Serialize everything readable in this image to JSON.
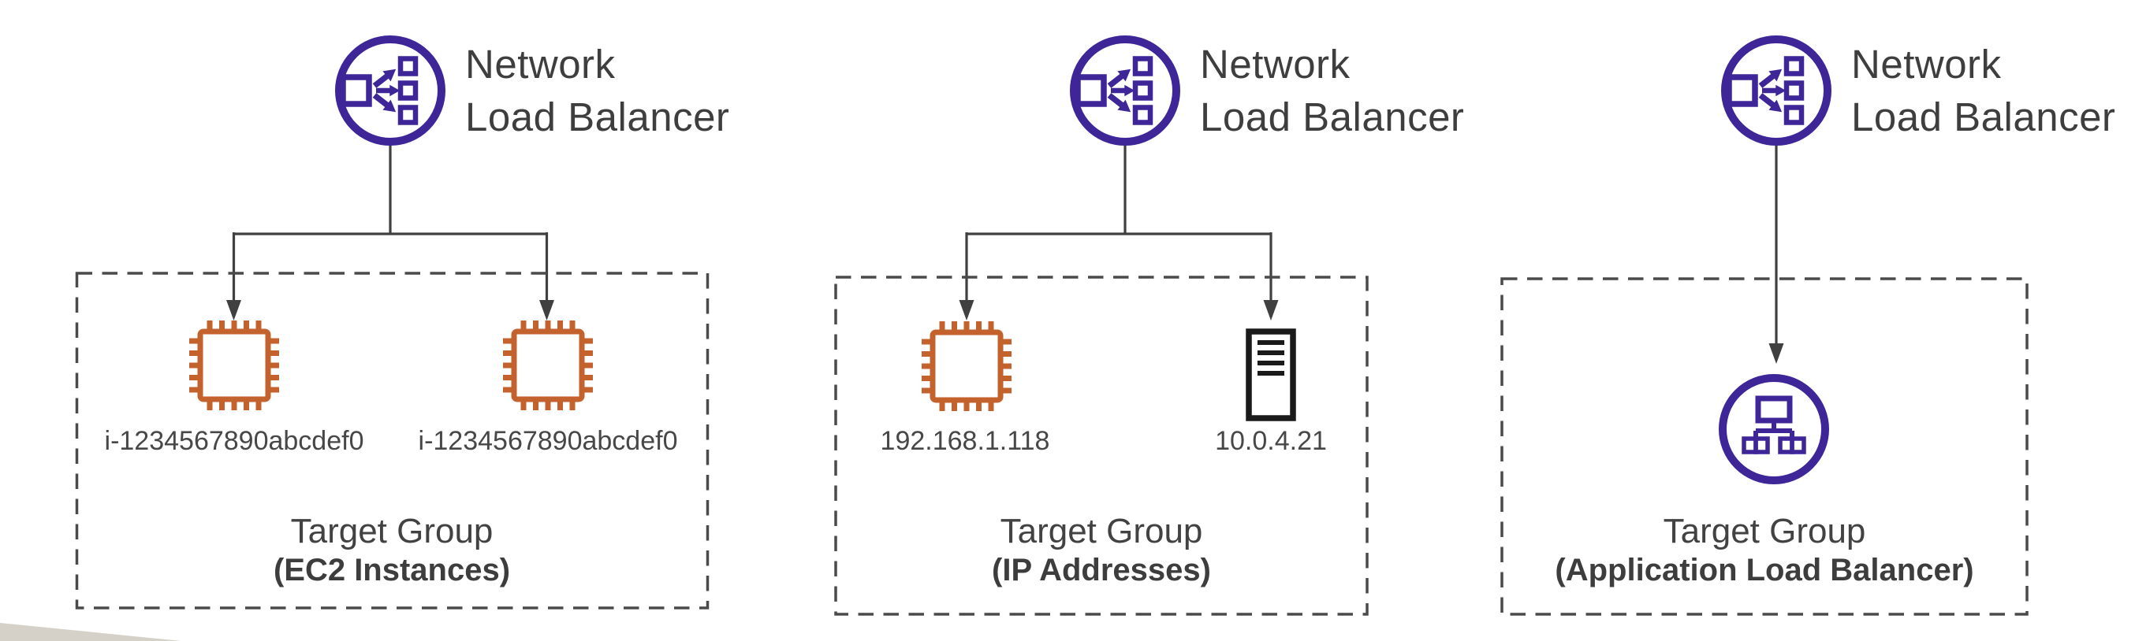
{
  "columns": [
    {
      "load_balancer": {
        "line1": "Network",
        "line2": "Load Balancer"
      },
      "targets": [
        {
          "type": "ec2-instance",
          "label": "i-1234567890abcdef0"
        },
        {
          "type": "ec2-instance",
          "label": "i-1234567890abcdef0"
        }
      ],
      "group": {
        "title": "Target Group",
        "subtitle": "(EC2 Instances)"
      }
    },
    {
      "load_balancer": {
        "line1": "Network",
        "line2": "Load Balancer"
      },
      "targets": [
        {
          "type": "ec2-instance",
          "label": "192.168.1.118"
        },
        {
          "type": "server",
          "label": "10.0.4.21"
        }
      ],
      "group": {
        "title": "Target Group",
        "subtitle": "(IP Addresses)"
      }
    },
    {
      "load_balancer": {
        "line1": "Network",
        "line2": "Load Balancer"
      },
      "targets": [
        {
          "type": "application-load-balancer",
          "label": ""
        }
      ],
      "group": {
        "title": "Target Group",
        "subtitle": "(Application Load Balancer)"
      }
    }
  ],
  "colors": {
    "purple": "#3E2598",
    "orange": "#C4622D",
    "connector": "#404040",
    "box_border": "#4A4A4A",
    "server_black": "#1A1A1A",
    "text": "#3E3E3E",
    "corner_wedge": "#D5D1C8"
  }
}
